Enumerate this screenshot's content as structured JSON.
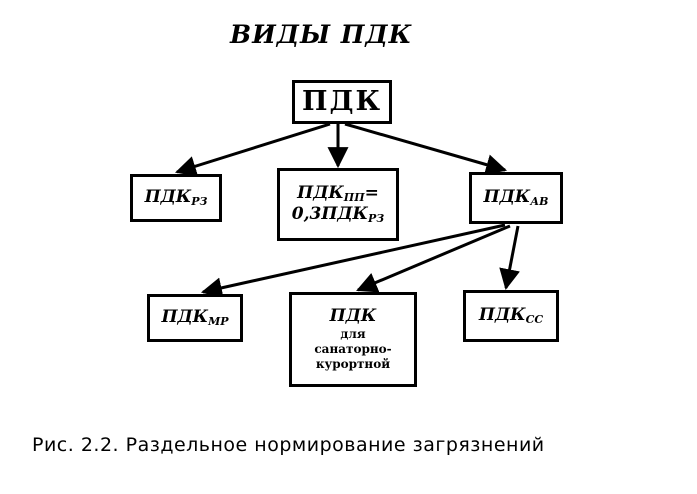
{
  "diagram": {
    "title": "ВИДЫ ПДК",
    "root": "ПДК",
    "level1": [
      {
        "main": "ПДК",
        "sub": "РЗ"
      },
      {
        "main": "ПДК",
        "sub": "ПП",
        "suffix": "=",
        "line2_main": "0,3ПДК",
        "line2_sub": "РЗ"
      },
      {
        "main": "ПДК",
        "sub": "АВ"
      }
    ],
    "level2": [
      {
        "main": "ПДК",
        "sub": "МР"
      },
      {
        "main": "ПДК",
        "line2": "для",
        "line3": "санаторно-",
        "line4": "курортной"
      },
      {
        "main": "ПДК",
        "sub": "СС"
      }
    ],
    "caption": "Рис. 2.2. Раздельное нормирование загрязнений"
  }
}
